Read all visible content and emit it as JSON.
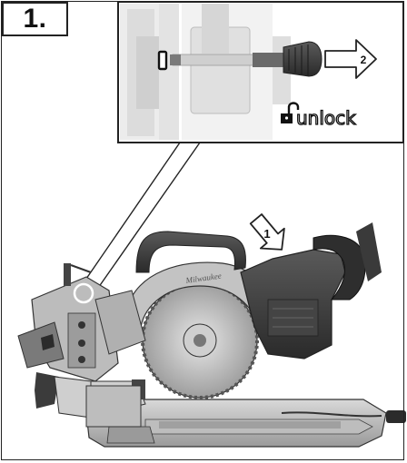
{
  "step": {
    "number": "1."
  },
  "inset": {
    "unlock_text": "unlock",
    "arrow_number": "2"
  },
  "callout": {
    "arrow_number": "1"
  },
  "saw": {
    "brand_text": "Milwaukee"
  },
  "colors": {
    "outline": "#222222",
    "saw_dark": "#3a3a3a",
    "saw_mid": "#8c8c8c",
    "saw_light": "#cfcfcf",
    "background": "#ffffff"
  }
}
